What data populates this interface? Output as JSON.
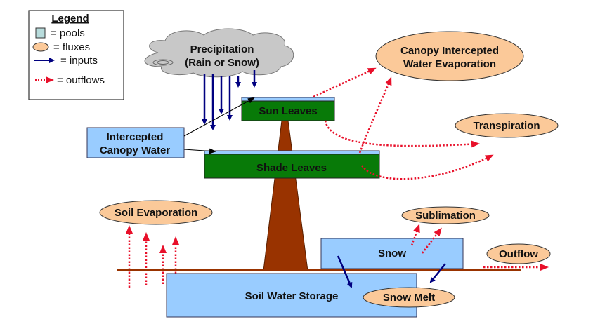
{
  "legend": {
    "title": "Legend",
    "pools": "= pools",
    "fluxes": "= fluxes",
    "inputs": "= inputs",
    "outflows": "= outflows"
  },
  "precipitation": {
    "line1": "Precipitation",
    "line2": "(Rain or Snow)"
  },
  "pools": {
    "sun_leaves": "Sun Leaves",
    "shade_leaves": "Shade Leaves",
    "intercepted_line1": "Intercepted",
    "intercepted_line2": "Canopy Water",
    "snow": "Snow",
    "soil_water": "Soil Water Storage"
  },
  "fluxes": {
    "canopy_evap_line1": "Canopy Intercepted",
    "canopy_evap_line2": "Water Evaporation",
    "transpiration": "Transpiration",
    "soil_evaporation": "Soil Evaporation",
    "sublimation": "Sublimation",
    "outflow": "Outflow",
    "snow_melt": "Snow Melt"
  },
  "colors": {
    "pool": "#99ccff",
    "flux": "#fbc999",
    "leaves": "#087a08",
    "trunk": "#993300",
    "input": "#000080",
    "outflow": "#e8102a"
  }
}
